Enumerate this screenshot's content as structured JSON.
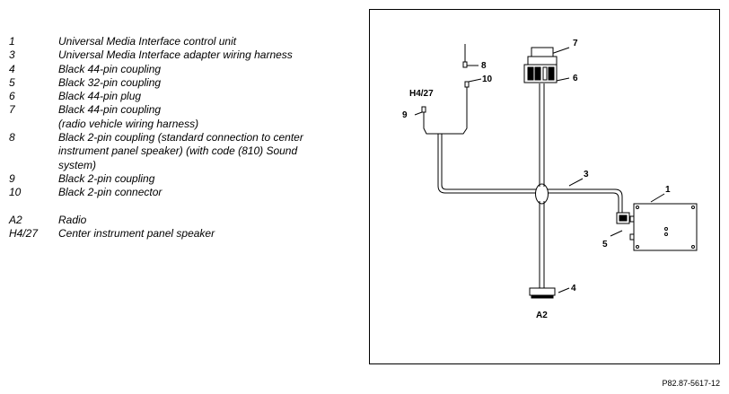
{
  "legend": {
    "items": [
      {
        "key": "1",
        "text": "Universal Media Interface control unit"
      },
      {
        "key": "3",
        "text": "Universal Media Interface adapter wiring harness"
      },
      {
        "key": "4",
        "text": "Black 44-pin coupling"
      },
      {
        "key": "5",
        "text": "Black 32-pin coupling"
      },
      {
        "key": "6",
        "text": "Black 44-pin plug"
      },
      {
        "key": "7",
        "text": "Black 44-pin coupling\n(radio vehicle wiring harness)"
      },
      {
        "key": "8",
        "text": "Black 2-pin coupling (standard connection to center\ninstrument panel speaker) (with code (810) Sound\nsystem)"
      },
      {
        "key": "9",
        "text": "Black 2-pin coupling"
      },
      {
        "key": "10",
        "text": "Black 2-pin connector"
      }
    ],
    "components": [
      {
        "key": "A2",
        "text": "Radio"
      },
      {
        "key": "H4/27",
        "text": "Center instrument panel speaker"
      }
    ]
  },
  "diagram": {
    "callouts": {
      "c1": "1",
      "c3": "3",
      "c4": "4",
      "c5": "5",
      "c6": "6",
      "c7": "7",
      "c8": "8",
      "c9": "9",
      "c10": "10",
      "a2": "A2",
      "h427": "H4/27"
    }
  },
  "footer": {
    "reference_code": "P82.87-5617-12"
  }
}
